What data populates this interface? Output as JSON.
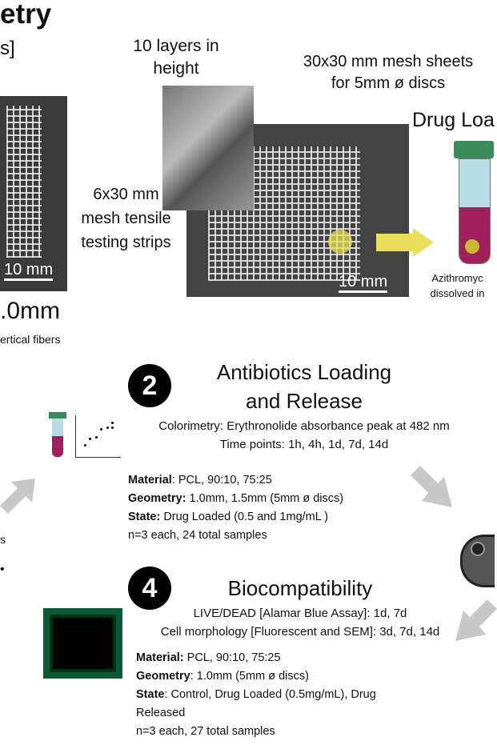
{
  "header": {
    "title_fragment": "etry",
    "subtitle_fragment": "s]"
  },
  "section1": {
    "strip_scale": "10 mm",
    "spacing_fragment": ".0mm",
    "fiber_note_fragment": "ertical fibers",
    "layers_label": [
      "10 layers in",
      "height"
    ],
    "sheets_label": [
      "30x30 mm mesh sheets",
      "for 5mm ø discs"
    ],
    "strips_label": [
      "6x30 mm",
      "mesh tensile",
      "testing strips"
    ],
    "sheet_scale": "10 mm",
    "drug_loading_fragment": "Drug Loa",
    "vial_caption": [
      "Azithromyc",
      "dissolved in"
    ]
  },
  "section2": {
    "number": "2",
    "title": [
      "Antibiotics Loading",
      "and Release"
    ],
    "method": "Colorimetry: Erythronolide absorbance peak at 482 nm",
    "time_points": "Time points: 1h, 4h, 1d, 7d, 14d",
    "material_label": "Material",
    "material_value": ": PCL, 90:10, 75:25",
    "geometry_label": "Geometry:",
    "geometry_value": " 1.0mm, 1.5mm (5mm ø discs)",
    "state_label": "State:",
    "state_value": " Drug Loaded (0.5 and 1mg/mL )",
    "samples": "n=3 each, 24 total samples"
  },
  "section4": {
    "number": "4",
    "title": "Biocompatibility",
    "live_dead": "LIVE/DEAD [Alamar Blue Assay]: 1d, 7d",
    "morphology": "Cell morphology [Fluorescent and SEM]: 3d, 7d, 14d",
    "material_label": "Material:",
    "material_value": " PCL, 90:10, 75:25",
    "geometry_label": "Geometry",
    "geometry_value": ": 1.0mm (5mm ø discs)",
    "state_label": "State",
    "state_value": ": Control, Drug Loaded (0.5mg/mL), Drug",
    "state_cont": "Released",
    "samples": "n=3 each, 27 total samples"
  },
  "left_fragments": {
    "s": "s",
    "bullet": "•"
  },
  "colors": {
    "accent_yellow": "#e8e05a",
    "cap_green": "#3a8a5a",
    "drug_magenta": "#a0205e",
    "arrow_gray": "#c8c8c8"
  }
}
